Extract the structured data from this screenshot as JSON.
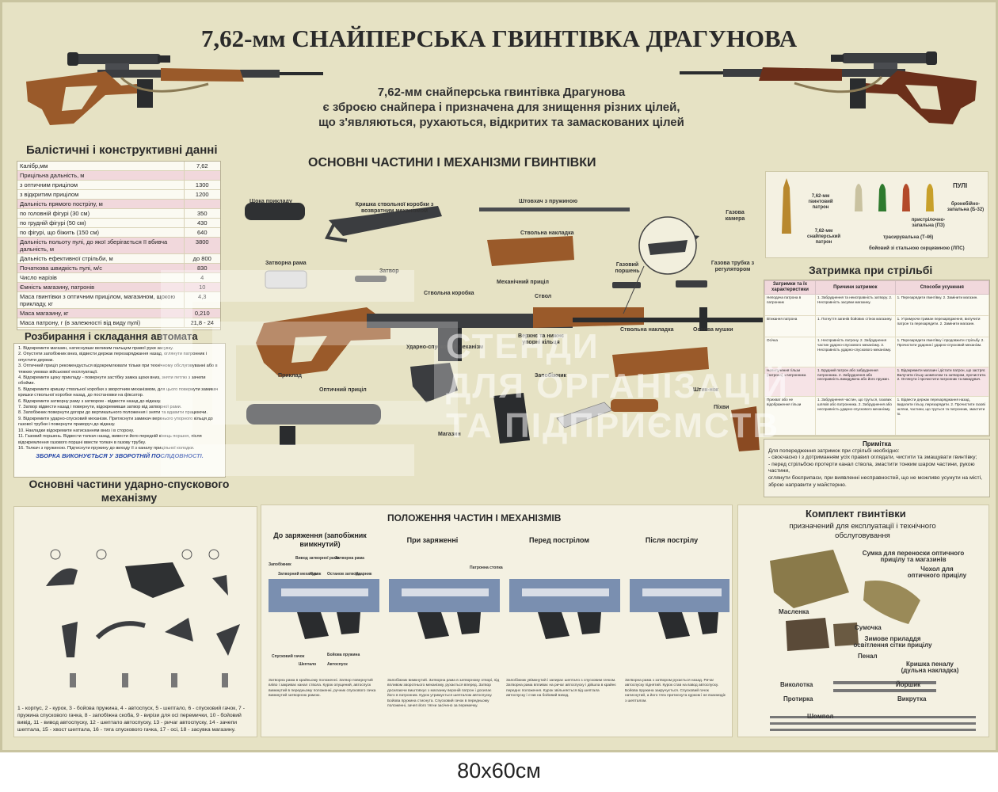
{
  "title": "7,62-мм СНАЙПЕРСЬКА ГВИНТІВКА ДРАГУНОВА",
  "intro": [
    "7,62-мм снайперська гвинтівка Драгунова",
    "є зброєю снайпера і призначена для знищення різних цілей,",
    "що з'являються, рухаються, відкритих та замаскованих цілей"
  ],
  "ballistics": {
    "title": "Балістичні і конструктивні данні",
    "rows": [
      {
        "label": "Калібр,мм",
        "value": "7,62",
        "pink": false
      },
      {
        "label": "Прицільна дальність, м",
        "value": "",
        "pink": true
      },
      {
        "label": "з оптичним прицілом",
        "value": "1300",
        "pink": false
      },
      {
        "label": "з відкритим прицілом",
        "value": "1200",
        "pink": false
      },
      {
        "label": "Дальність прямого пострілу, м",
        "value": "",
        "pink": true
      },
      {
        "label": "по головній фігурі (30 см)",
        "value": "350",
        "pink": false
      },
      {
        "label": "по грудній фігурі (50 см)",
        "value": "430",
        "pink": false
      },
      {
        "label": "по фігурі, що біжить (150 см)",
        "value": "640",
        "pink": false
      },
      {
        "label": "Дальність польоту пулі, до якої зберігається її вбивча дальність, м",
        "value": "3800",
        "pink": true
      },
      {
        "label": "Дальність ефективної стрільби, м",
        "value": "до 800",
        "pink": false
      },
      {
        "label": "Початкова швидкість пулі, м/с",
        "value": "830",
        "pink": true
      },
      {
        "label": "Число нарізів",
        "value": "4",
        "pink": false
      },
      {
        "label": "Ємність магазину, патронів",
        "value": "10",
        "pink": true
      },
      {
        "label": "Маса гвинтівки з оптичним прицілом, магазином, щокою прикладу, кг",
        "value": "4,3",
        "pink": false
      },
      {
        "label": "Маса магазину, кг",
        "value": "0,210",
        "pink": true
      },
      {
        "label": "Маса патрону, г (в залежності від виду пулі)",
        "value": "21,8 - 24",
        "pink": false
      }
    ]
  },
  "disassembly": {
    "title": "Розбирання і складання автомата",
    "items": [
      "1. Відокремити магазин, натиснувши великим пальцем правої руки засувку.",
      "2. Опустити запобіжник вниз, відвести держак перезаряджання назад, оглянути патронник і опустити держак.",
      "3. Оптичний приціл рекомендується відокремлювати тільки при технічному обслуговуванні або в тяжких умовах військової експлуатації.",
      "4. Відокремити щоку прикладу - повернути застібку замка щоки вниз, зняти петлю з зачепи обойми.",
      "5. Відокремити кришку ствольної коробки з зворотним механізмом, для цього повернути замикач кришки ствольної коробки назад, до постановки на фіксатор.",
      "6. Відокремити затворну раму з затвором - відвести назад до відказу.",
      "7. Затвор відвести назад і повернути, відокремивши затвор від затворної рами.",
      "8. Запобіжник повернути догори до вертикального положення і зняти та вдавити працюючи.",
      "9. Відокремити ударно-спусковий механізм. Притиснути замикач верхнього упорного кільця до газової трубки і повернути праворуч до відказу.",
      "10. Накладки відокремити натисканням вниз і в сторону.",
      "11. Газовий поршень. Відвести толкач назад, вивести його передній кінець поршня, після відокремлення газового поршні ввести толкач в газову трубку.",
      "16. Толкач з пружиною. Підтиснути пружину до виходу її з каналу прицільної колодки."
    ],
    "note": "ЗБОРКА ВИКОНУЄТЬСЯ У ЗВОРОТНІЙ ПОСЛІДОВНОСТІ."
  },
  "parts": {
    "title": "ОСНОВНІ ЧАСТИНИ І МЕХАНІЗМИ ГВИНТІВКИ",
    "labels": {
      "cheek": "Щока прикладу",
      "cover": "Кришка ствольної коробки з возвратним механізмом",
      "rod": "Штовхач з пружиною",
      "handguard": "Ствольна накладка",
      "gas_chamber": "Газова камера",
      "bolt_carrier": "Затворна рама",
      "bolt": "Затвор",
      "receiver": "Ствольна коробка",
      "rear_sight": "Механічний приціл",
      "barrel": "Ствол",
      "piston": "Газовий поршень",
      "gas_tube": "Газова трубка з регулятором",
      "handguard2": "Ствольна накладка",
      "front_sight": "Основа мушки",
      "trigger_mech": "Ударно-спусковий механізм",
      "rings": "Верхнє та нижнє упорні кільця",
      "stock": "Приклад",
      "scope": "Оптичний приціл",
      "safety": "Запобіжник",
      "bayonet": "Штик-ніж",
      "scabbard": "Піхви",
      "magazine": "Магазин"
    }
  },
  "bullets": {
    "title": "ПУЛІ",
    "labels": {
      "sniper": "7,62-мм гвинтовий патрон",
      "sniper2": "7,62-мм снайперський патрон",
      "ap": "бронебійно-запальна (Б-32)",
      "api": "пристрілочно-запальна (ПЗ)",
      "tracer": "трасирувальна (Т-46)",
      "steel": "бойовий зі стальною серцевиною (ЛПС)"
    }
  },
  "delays": {
    "title": "Затримка при стрільбі",
    "headers": [
      "Затримки та їх характеристики",
      "Причини затримок",
      "Способи усунення"
    ],
    "rows": [
      {
        "a": "Неподача патрона в патронник",
        "b": "1. Забруднення та неисправність затвору. 2. Несправність засувки магазину.",
        "c": "1. Перезарядити гвинтівку. 2. Замінити магазин."
      },
      {
        "a": "Втикання патрона",
        "b": "1. Погнуття загинів бойових стінок магазину.",
        "c": "1. Утримуючи триман перезарядження, вилучити патрон та перезарядити. 2. Замінити магазин."
      },
      {
        "a": "Осічка",
        "b": "1. Несправність патрону. 2. Забруднення частин ударно-спускового механізму. 3. Несправність ударно-спускового механізму.",
        "c": "1. Перезарядити гвинтівку і продовжити стрільбу. 2. Прочистити ударник і ударно-спусковий механізм."
      },
      {
        "a": "Невилучення гільзи (патрона) з патронника",
        "b": "1. Брудний патрон або забруднення патронника. 2. Забруднення або несправність викидувача або його пружин.",
        "c": "1. Відокремити магазин і дістати патрон, що застряг. Вилучити гільзу шомполом та затвором, прочистити. 2. Оглянути і прочистити патронник та викидувач."
      },
      {
        "a": "Прихват або не відображення гільзи",
        "b": "1. Забруднення частин, що труться, газових шляхів або патронника. 2. Забруднення або несправність ударно-спускового механізму.",
        "c": "1. Відвести держак перезаряджання назад, видалити гільзу, перезарядити. 2. Прочистити газові шляхи, частини, що труться та патронник, змастити їх."
      }
    ]
  },
  "note": {
    "title": "Примітка",
    "text": [
      "Для попередження затримок при стрільбі необхідно:",
      "- своєчасно і з дотриманням усіх правил оглядати, чистити та змащувати гвинтівку;",
      "- перед стрільбою протерти канал ствола, змастити тонким шаром частини, рукою частини,",
      "оглянути боєприпаси, при виявленні несправностей, що не можливо усунути на місті, зброю направити у майстерню."
    ]
  },
  "trigger": {
    "title": "Основні частини ударно-спускового механізму",
    "legend": "1 - корпус, 2 - курок, 3 - бойова пружина, 4 - автоспуск, 5 - шептало, 6 - спусковий гачок, 7 - пружина спускового гачка, 8 - запобіжна скоба, 9 - вирізи для осі перемички, 10 - бойовий вивід, 11 - вивод автоспуску, 12 - шептало автоспуску, 13 - ричаг автоспуску, 14 - зачепи шептала, 15 - хвост шептала, 16 - тяга спускового гачка, 17 - осі, 18 - засувка магазину."
  },
  "positions": {
    "title": "ПОЛОЖЕННЯ ЧАСТИН І МЕХАНІЗМІВ",
    "stages": [
      {
        "title": "До заряження (запобіжник вимкнутий)",
        "text": "Затворна рама в крайньому положенні. Затвор повернутий вліво і закриває канал ствола. Курок опущений, автоспуск вимкнутий в передньому положенні, ручник спускового гачка вимкнутий затворною рамою."
      },
      {
        "title": "При заряженні",
        "text": "Запобіжник вимкнутий. Затворна рама в затворному отворі, під впливом зворотнього механізму, рухається вперед. Затвор досилаючи виштовхує з магазину верхній патрон і досилає його в патронник. Курок утримується шепталом автоспуску. Бойова пружина стиснута. Спусковий гачок в передньому положенні, зачеп його тягни засічено за перемичку."
      },
      {
        "title": "Перед пострілом",
        "text": "Запобіжник увімкнутий і запирає шептало з спусковим гачком. Затворна рама впливає на ричаг автоспуску і дійшла в крайнє переднє положення. Курок звільняється від шептала автоспуску і став на бойовий взвод."
      },
      {
        "title": "Після пострілу",
        "text": "Затворна рама з затвором рухається назад. Ричаг автоспуску піднятий. Курок став на взвод автоспуску. Бойова пружина закручується. Спусковий гачок натиснутий, а його тяга притиснута курком і не взаємодіє з шепталом."
      }
    ],
    "labels": [
      "Запобіжник",
      "Вивод затворної рами",
      "Затворна рама",
      "Затворний механізм",
      "Курок",
      "Останов затвора",
      "Ударник",
      "Спусковий гачок",
      "Бойова пружина",
      "Шептало",
      "Автоспуск",
      "Патронна стопка"
    ]
  },
  "kit": {
    "title": "Комплект гвинтівки",
    "subtitle": "призначений для експлуатації і технічного обслуговування",
    "labels": {
      "bag": "Сумка для переноски оптичного прицілу та магазинів",
      "cover": "Чохол для оптичного прицілу",
      "oiler": "Масленка",
      "pouch": "Сумочка",
      "light": "Зимове приладдя освітлення сітки прицілу",
      "case": "Пенал",
      "cap": "Кришка пеналу (дульна накладка)",
      "screwdriver": "Виколотка",
      "wiper": "Протирка",
      "brush": "Йоршик",
      "driver": "Викрутка",
      "rod": "Шомпол"
    }
  },
  "watermark": [
    "СТЕНДИ",
    "ДЛЯ ОРГАНІЗАЦІЙ",
    "ТА ПІДПРИЄМСТВ"
  ],
  "size_caption": "80x60см",
  "colors": {
    "background": "#e6e2c4",
    "pink": "#f1d8dc",
    "wood": "#9a5a2a",
    "metal": "#3b3d40"
  }
}
